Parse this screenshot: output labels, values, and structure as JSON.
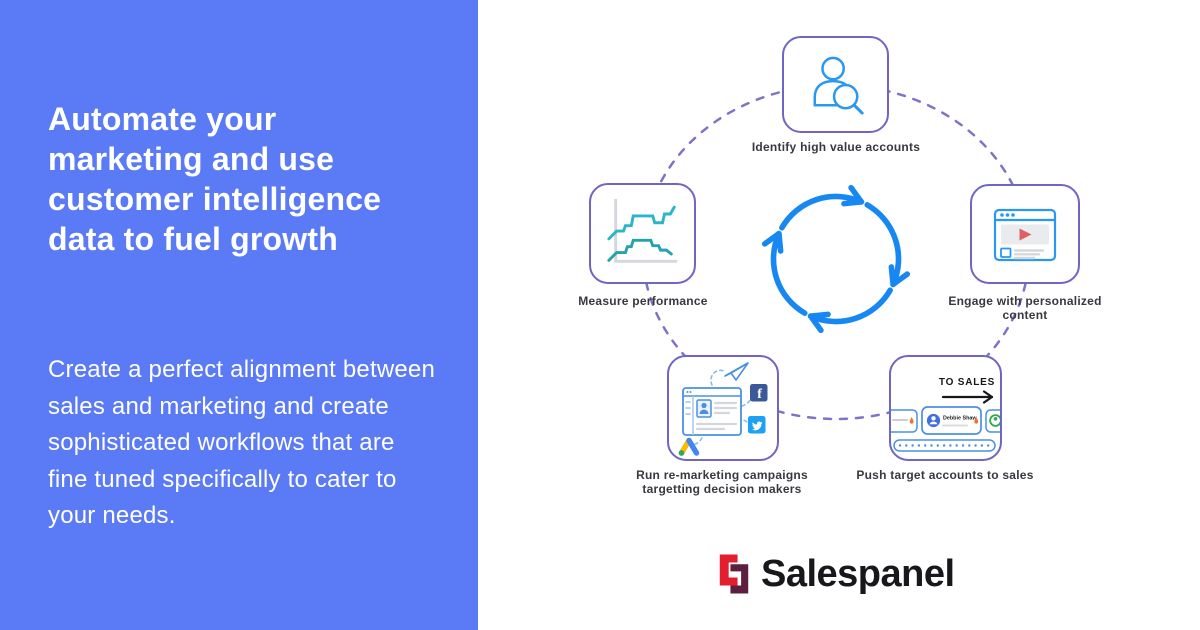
{
  "hero": {
    "background_color": "#5b7af5",
    "title": "Automate your marketing and use customer intelligence data to fuel growth",
    "title_lines": [
      "Automate your",
      "marketing and use",
      "customer intelligence",
      "data to fuel growth"
    ],
    "body": "Create a perfect alignment between sales and marketing and create sophisticated workflows that are fine tuned specifically to cater to your needs.",
    "body_lines": [
      "Create a perfect alignment between",
      "sales and marketing and create",
      "sophisticated workflows that are",
      "fine tuned specifically to cater to",
      "your needs."
    ]
  },
  "cycle": {
    "accent_color": "#1787f2",
    "outline_color": "#6f66c4",
    "teal_color": "#29b6c8",
    "steps": [
      {
        "label": "Identify high value accounts",
        "icon": "user-search-icon"
      },
      {
        "label": "Engage with personalized content",
        "label_lines": [
          "Engage with personalized",
          "content"
        ],
        "icon": "video-player-icon"
      },
      {
        "label": "Push target accounts to sales",
        "icon": "to-sales-icon",
        "tag": "TO SALES",
        "contact_name": "Debbie Shaw"
      },
      {
        "label": "Run re-marketing campaigns targetting decision makers",
        "label_lines": [
          "Run re-marketing campaigns",
          "targetting decision makers"
        ],
        "icon": "remarketing-icon"
      },
      {
        "label": "Measure performance",
        "icon": "line-chart-icon"
      }
    ]
  },
  "brand": {
    "name": "Salespanel",
    "glyphs": {
      "facebook": "f"
    },
    "colors": {
      "logo_red": "#e31e2d",
      "logo_maroon": "#5c1f3f",
      "facebook": "#3b5998",
      "twitter": "#1da1f2",
      "ads_yellow": "#fbbc04",
      "ads_blue": "#4285f4",
      "ads_green": "#34a853",
      "flame": "#f4702a"
    }
  }
}
